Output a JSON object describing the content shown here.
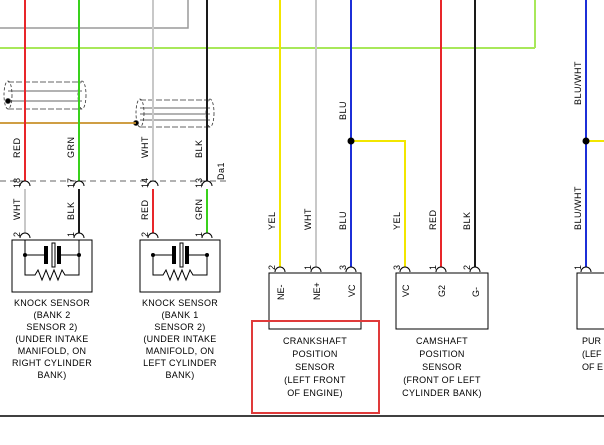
{
  "wire_labels": {
    "ks2_red": "RED",
    "ks2_grn": "GRN",
    "ks2_wht": "WHT",
    "ks2_blk": "BLK",
    "ks1_wht": "WHT",
    "ks1_blk": "BLK",
    "ks1_red": "RED",
    "ks1_grn": "GRN",
    "da1": "Da1",
    "blu_top": "BLU",
    "ck_yel": "YEL",
    "ck_wht": "WHT",
    "ck_blu": "BLU",
    "cm_yel": "YEL",
    "cm_red": "RED",
    "cm_blk": "BLK",
    "right_bluwht_top": "BLU/WHT",
    "right_bluwht_bottom": "BLU/WHT"
  },
  "pin_numbers": {
    "ks2_top_a": "18",
    "ks2_top_b": "17",
    "ks1_top_a": "14",
    "ks1_top_b": "13",
    "ks2_bot_a": "2",
    "ks2_bot_b": "1",
    "ks1_bot_a": "2",
    "ks1_bot_b": "1",
    "ck_1": "2",
    "ck_2": "1",
    "ck_3": "3",
    "cm_1": "3",
    "cm_2": "1",
    "cm_3": "2",
    "right_1": "1"
  },
  "terminals": {
    "ck_ne_minus": "NE-",
    "ck_ne_plus": "NE+",
    "ck_vc": "VC",
    "cm_vc": "VC",
    "cm_g2": "G2",
    "cm_g_minus": "G-"
  },
  "components": {
    "knock_bank2": [
      "KNOCK SENSOR",
      "(BANK 2",
      "SENSOR 2)",
      "(UNDER INTAKE",
      "MANIFOLD, ON",
      "RIGHT CYLINDER",
      "BANK)"
    ],
    "knock_bank1": [
      "KNOCK SENSOR",
      "(BANK 1",
      "SENSOR 2)",
      "(UNDER INTAKE",
      "MANIFOLD, ON",
      "LEFT CYLINDER",
      "BANK)"
    ],
    "crankshaft": [
      "CRANKSHAFT",
      "POSITION",
      "SENSOR",
      "(LEFT FRONT",
      "OF ENGINE)"
    ],
    "camshaft": [
      "CAMSHAFT",
      "POSITION",
      "SENSOR",
      "(FRONT OF LEFT",
      "CYLINDER BANK)"
    ],
    "right_partial": [
      "PUR",
      "(LEF",
      "OF E"
    ]
  },
  "colors": {
    "red": "#e8262a",
    "green": "#39d11c",
    "gray": "#c8c8c8",
    "black": "#1a1a1a",
    "blue": "#1c2fd8",
    "yellow": "#f2e600",
    "orange": "#c8902a",
    "highlight": "#e03a3a",
    "lime": "#a8e85a"
  }
}
